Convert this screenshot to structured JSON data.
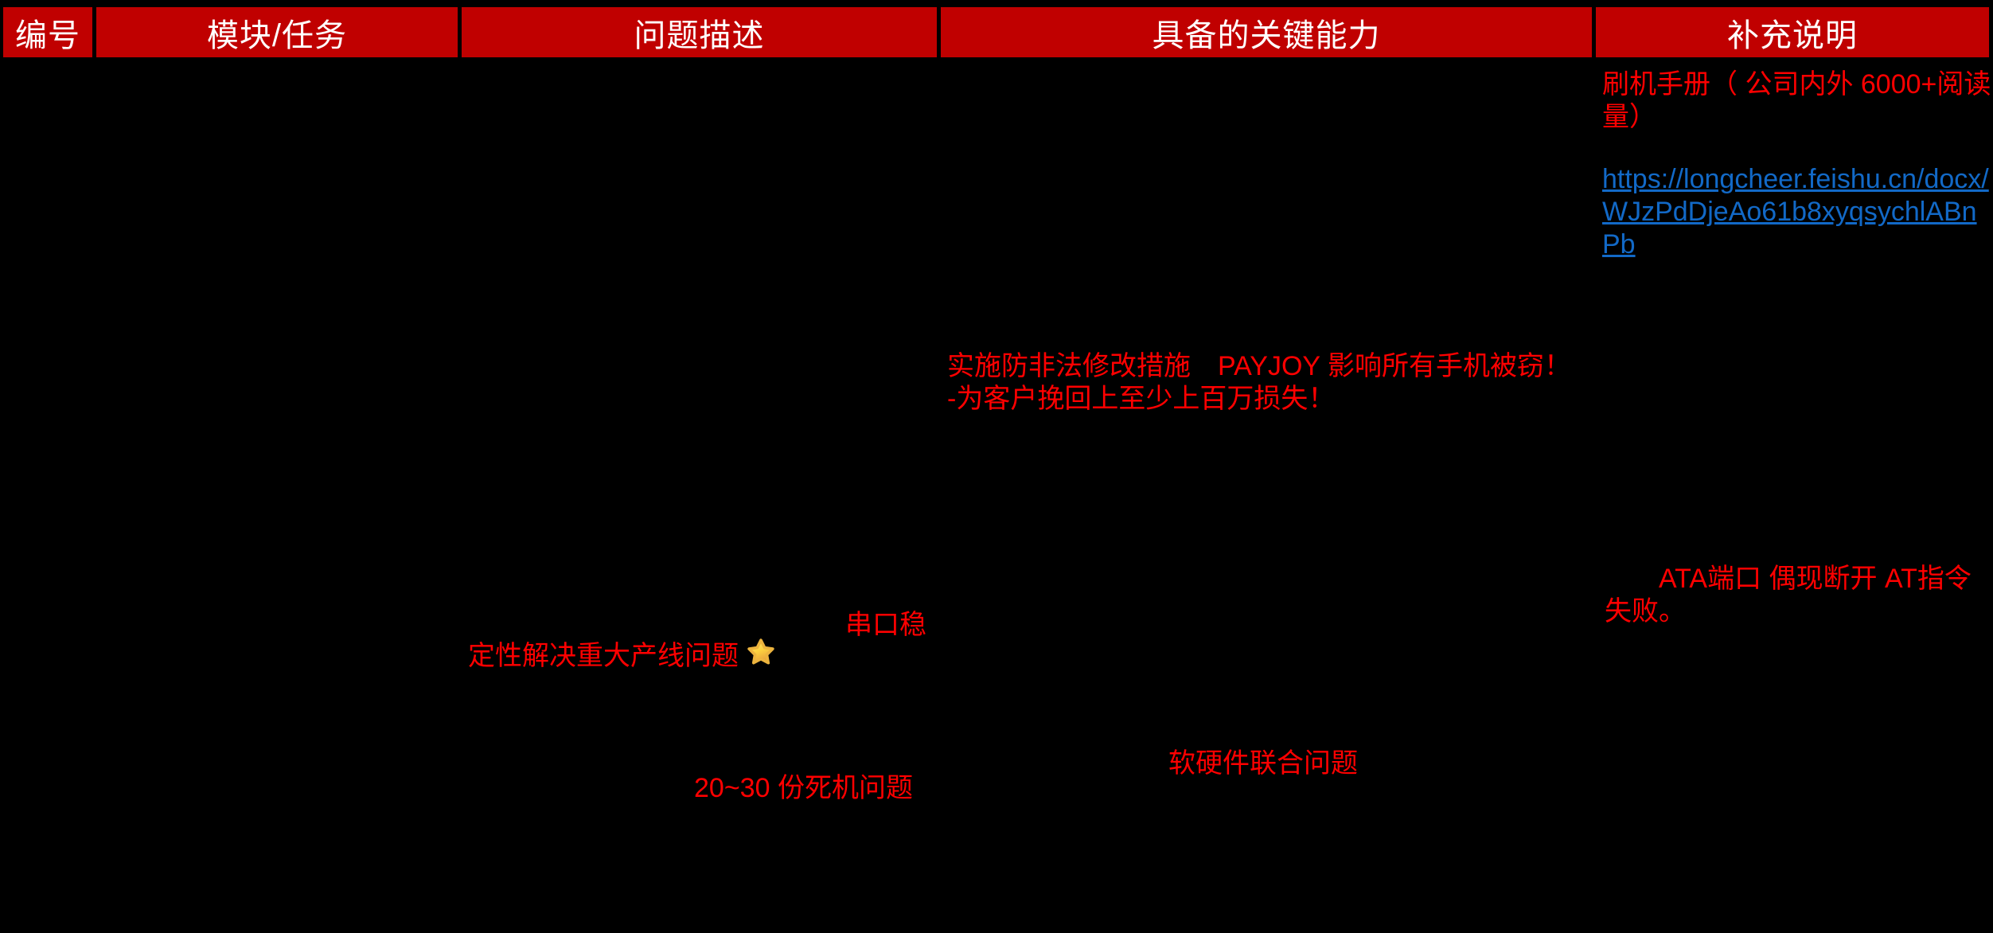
{
  "page": {
    "background": "#000000"
  },
  "table": {
    "header_bg": "#c00000",
    "header_text_color": "#ffffff",
    "headers": [
      {
        "label": "编号"
      },
      {
        "label": "模块/任务"
      },
      {
        "label": "问题描述"
      },
      {
        "label": "具备的关键能力"
      },
      {
        "label": "补充说明"
      }
    ]
  },
  "annotations": {
    "text_color": "#ff0000",
    "manual_note": "刷机手册（ 公司内外 6000+阅读量）",
    "manual_link": {
      "text": "https://longcheer.feishu.cn/docx/WJzPdDjeAo61b8xyqsychlABnPb",
      "color": "#1269c7"
    },
    "payjoy_note": " 实施防非法修改措施　PAYJOY 影响所有手机被窃！\n-为客户挽回上至少上百万损失！",
    "ata_note": "　　ATA端口 偶现断开 AT指令\n失败。",
    "serial_note": "串口稳",
    "quality_note": "定性解决重大产线问题",
    "star_icon": "gold-star",
    "hwsw_note": "软硬件联合问题",
    "crash_note": "20~30 份死机问题"
  }
}
